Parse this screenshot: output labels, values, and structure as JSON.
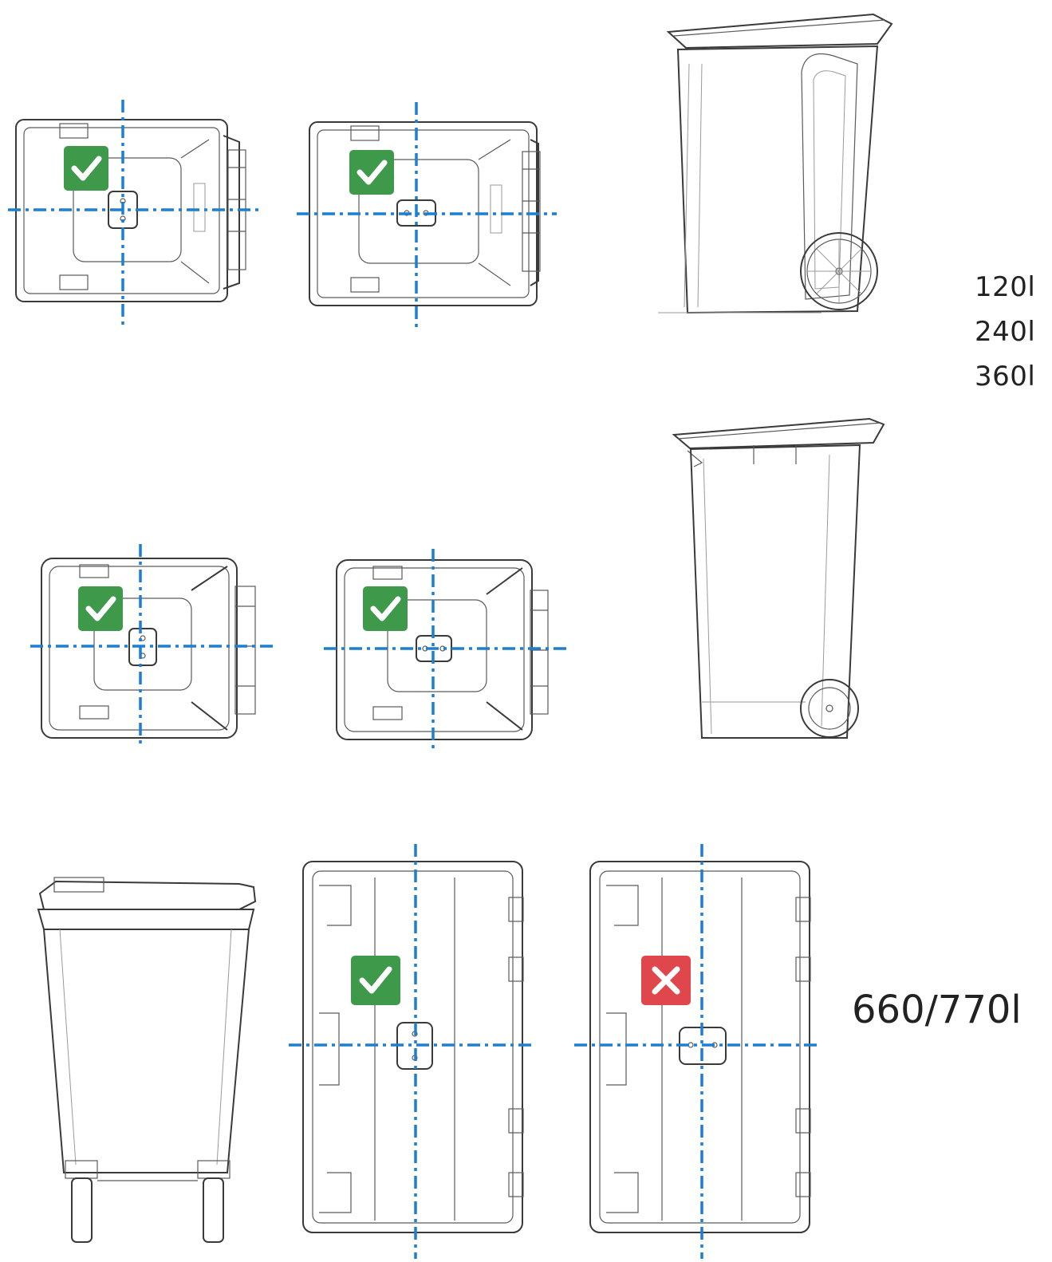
{
  "labels": {
    "size_120": "120l",
    "size_240": "240l",
    "size_360": "360l",
    "size_660_770": "660/770l"
  },
  "colors": {
    "ok": "#3e9a4a",
    "bad": "#e0474c",
    "axis": "#1f7fcf",
    "line": "#3a3a3a"
  },
  "marks": [
    {
      "name": "ok",
      "icon": "check-icon"
    },
    {
      "name": "ok",
      "icon": "check-icon"
    },
    {
      "name": "ok",
      "icon": "check-icon"
    },
    {
      "name": "ok",
      "icon": "check-icon"
    },
    {
      "name": "ok",
      "icon": "check-icon"
    },
    {
      "name": "bad",
      "icon": "cross-icon"
    }
  ]
}
